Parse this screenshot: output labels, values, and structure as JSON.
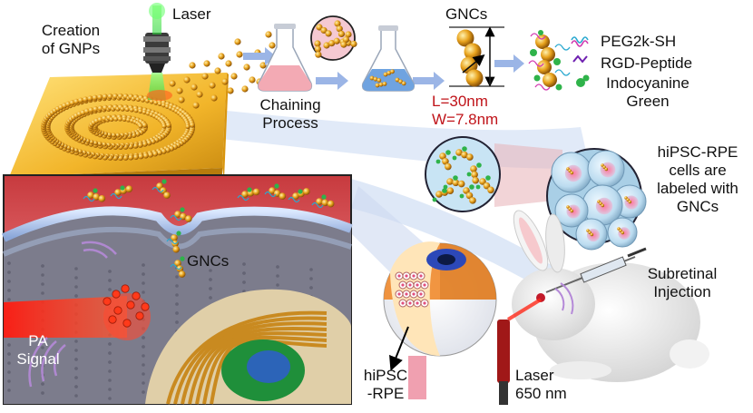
{
  "labels": {
    "creation_line1": "Creation",
    "creation_line2": "of GNPs",
    "laser_top": "Laser",
    "chaining_line1": "Chaining",
    "chaining_line2": "Process",
    "gncs_top": "GNCs",
    "length": "L=30nm",
    "width": "W=7.8nm",
    "peg": "PEG2k-SH",
    "rgd": "RGD-Peptide",
    "icg_line1": "Indocyanine",
    "icg_line2": "Green",
    "cells_line1": "hiPSC-RPE",
    "cells_line2": "cells are",
    "cells_line3": "labeled with",
    "cells_line4": "GNCs",
    "gncs_cell": "GNCs",
    "pa_line1": "PA",
    "pa_line2": "Signal",
    "subretinal_line1": "Subretinal",
    "subretinal_line2": "Injection",
    "hipsc_line1": "hiPSC",
    "hipsc_line2": "-RPE",
    "laser_bottom_line1": "Laser",
    "laser_bottom_line2": "650 nm"
  },
  "colors": {
    "gold": "#e8a21c",
    "gold_dark": "#a86a10",
    "laser_green": "#3fe04a",
    "laser_red": "#ff2a1a",
    "label_red": "#c0141a",
    "cell_bg": "#c8e4f4",
    "rpe_pink": "#e24f7e",
    "flow_arrow": "#9bb5e6"
  }
}
